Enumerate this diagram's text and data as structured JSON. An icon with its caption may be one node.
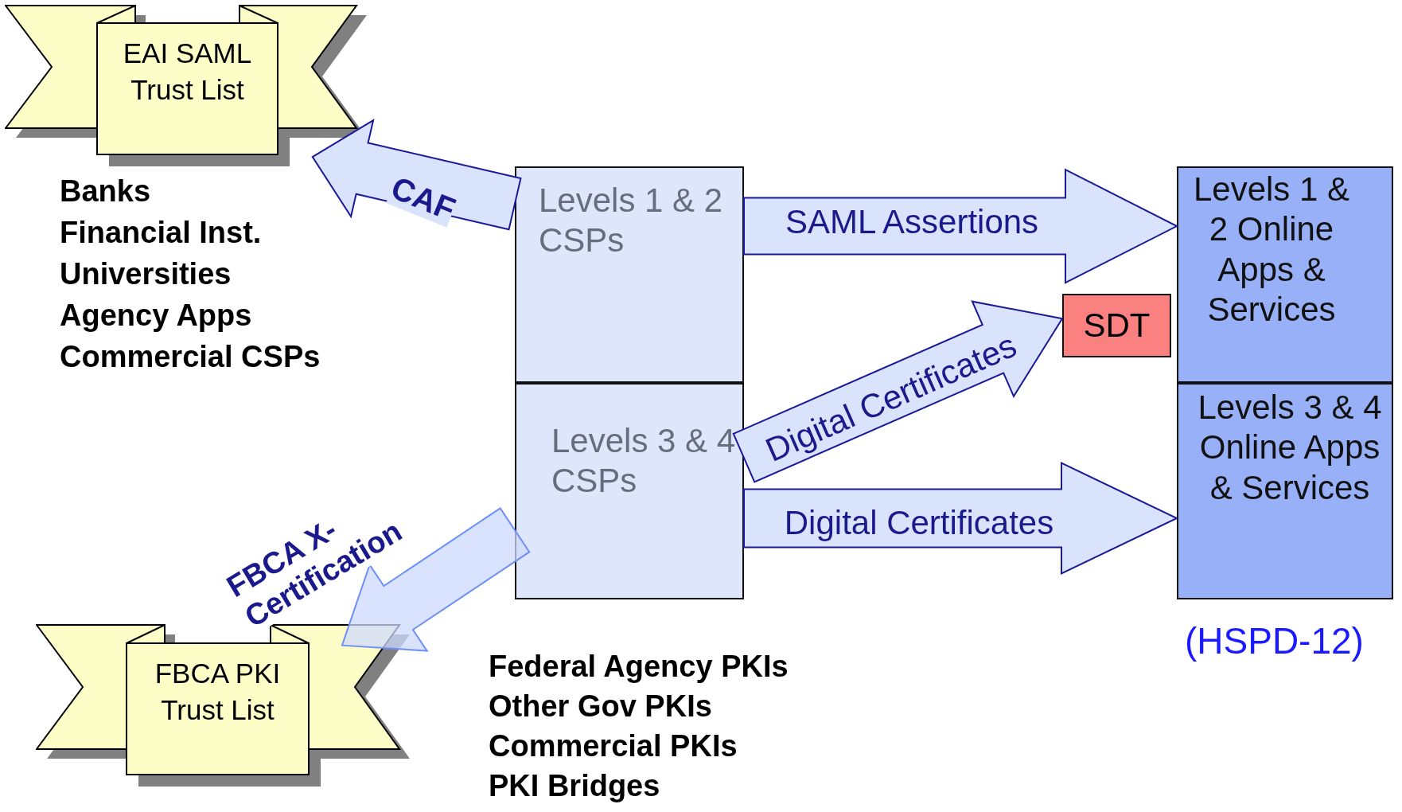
{
  "diagram": {
    "nodes": [
      {
        "text": [
          "EAI SAML Trust List"
        ]
      },
      {
        "text": [
          "Levels 1 & 2 CSPs"
        ]
      },
      {
        "text": [
          "Levels 1 & 2 Online Apps & Services"
        ]
      },
      {
        "text": [
          "SDT"
        ]
      },
      {
        "text": [
          "Levels 3 & 4 CSPs"
        ]
      },
      {
        "text": [
          "Levels 3 & 4 Online Apps & Services"
        ]
      },
      {
        "text": [
          "FBCA PKI Trust List"
        ]
      }
    ],
    "edges": [
      {
        "from": 1,
        "to": 0,
        "arrow": "to",
        "label": "CAF"
      },
      {
        "from": 1,
        "to": 2,
        "arrow": "to",
        "label": "SAML Assertions"
      },
      {
        "from": 4,
        "to": 3,
        "arrow": "to",
        "label": "Digital Certificates"
      },
      {
        "from": 4,
        "to": 5,
        "arrow": "to",
        "label": "Digital Certificates"
      },
      {
        "from": 4,
        "to": 6,
        "arrow": "to",
        "label": "FBCA X-Certification",
        "color": "#6f8ff8"
      }
    ],
    "labels": [
      "Banks",
      "Financial Inst.",
      "Universities",
      "Agency Apps",
      "Commercial CSPs",
      "(HSPD-12)",
      "Federal Agency PKIs",
      "Other Gov PKIs",
      "Commercial PKIs",
      "PKI Bridges"
    ]
  }
}
